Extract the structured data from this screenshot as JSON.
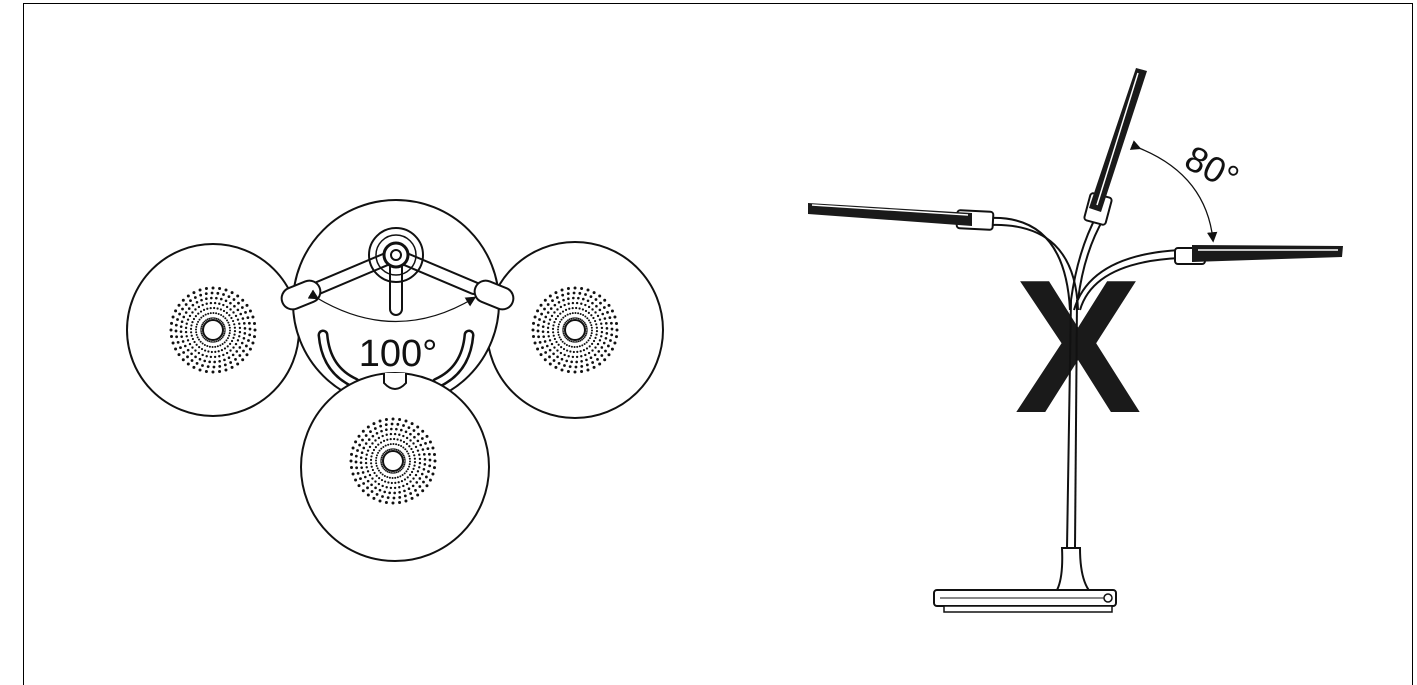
{
  "top_view": {
    "angle_label": "100°"
  },
  "side_view": {
    "angle_label": "80°",
    "cross_mark": "X"
  },
  "colors": {
    "line": "#111111",
    "background": "#ffffff"
  },
  "icons": [
    "speaker-grille-icon",
    "cross-mark-icon",
    "angle-arrow-icon"
  ]
}
